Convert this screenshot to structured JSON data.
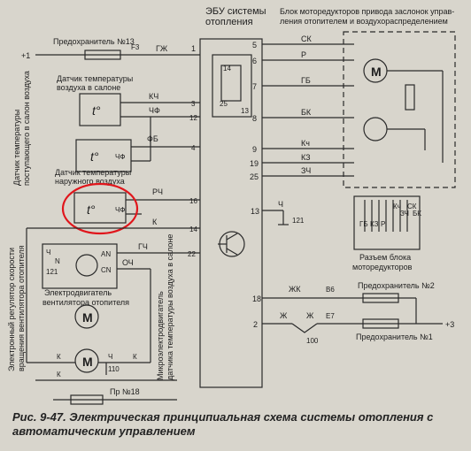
{
  "ecu": {
    "title_line1": "ЭБУ системы",
    "title_line2": "отопления",
    "block_pins": [
      "14",
      "25",
      "13"
    ]
  },
  "actuator_block": {
    "title_line1": "Блок моторедукторов привода заслонок управ-",
    "title_line2": "ления отопителем и воздухораспределением",
    "connector_pins": [
      "ГБ",
      "КЗ",
      "Р",
      "Кч",
      "ЗЧ",
      "СК",
      "БК"
    ],
    "connector_label_line1": "Разъем блока",
    "connector_label_line2": "моторедукторов"
  },
  "fuse13": {
    "label": "Предохранитель №13",
    "id": "F3",
    "plus": "+1",
    "wire": "ГЖ",
    "ecu_pin": "1"
  },
  "sensor_cabin": {
    "label_line1": "Датчик температуры",
    "label_line2": "воздуха в салоне",
    "symbol": "t°",
    "wire1": "КЧ",
    "wire2": "ЧФ",
    "pin1": "3",
    "pin2": "12"
  },
  "sensor_incoming": {
    "vertical_label_line1": "Датчик температуры",
    "vertical_label_line2": "поступающего в салон воздуха",
    "symbol": "t°",
    "wire1": "ФБ",
    "wire2": "ЧФ",
    "pin": "4"
  },
  "sensor_outside": {
    "label_line1": "Датчик температуры",
    "label_line2": "наружного воздуха",
    "symbol": "t°",
    "wire": "ЧФ",
    "wire1": "РЧ",
    "pin": "16",
    "highlight_color": "#e0151b"
  },
  "left_wire_k": {
    "wire": "К",
    "pin": "14"
  },
  "regulator": {
    "vertical_label_line1": "Электронный регулятор скорости",
    "vertical_label_line2": "вращения вентилятора отопителя",
    "pins": [
      "Ч",
      "N",
      "121",
      "AN",
      "CN"
    ],
    "wire_gch": "ГЧ",
    "wire_och": "ОЧ",
    "pin_22": "22"
  },
  "fan_motor": {
    "label": "Электродвигатель",
    "label2": "вентилятора отопителя",
    "symbol": "M",
    "ground": "110",
    "wires": [
      "К",
      "К",
      "Ч",
      "К"
    ]
  },
  "fuse18": {
    "label": "Пр №18"
  },
  "micromotor": {
    "label_line1": "Микроэлектродвигатель",
    "label_line2": "датчика температуры воздуха в салоне"
  },
  "motor_pins": [
    {
      "pin": "5",
      "wire": "СК"
    },
    {
      "pin": "6",
      "wire": "Р"
    },
    {
      "pin": "7",
      "wire": "ГБ"
    },
    {
      "pin": "8",
      "wire": "БК"
    },
    {
      "pin": "9",
      "wire": "Кч"
    },
    {
      "pin": "19",
      "wire": "КЗ"
    },
    {
      "pin": "25",
      "wire": "ЗЧ"
    }
  ],
  "pin13": {
    "pin": "13",
    "wire": "Ч",
    "ground": "121"
  },
  "pin18": {
    "pin": "18",
    "wire": "ЖК",
    "junction": "В6",
    "fuse": "Предохранитель №2"
  },
  "pin2": {
    "pin": "2",
    "wire1": "Ж",
    "wire2": "Ж",
    "junction": "Е7",
    "ground": "100",
    "plus": "+3",
    "fuse": "Предохранитель №1"
  },
  "caption": {
    "line1": "Рис. 9-47. Электрическая принципиальная схема системы отопления с",
    "line2": "автоматическим управлением"
  }
}
